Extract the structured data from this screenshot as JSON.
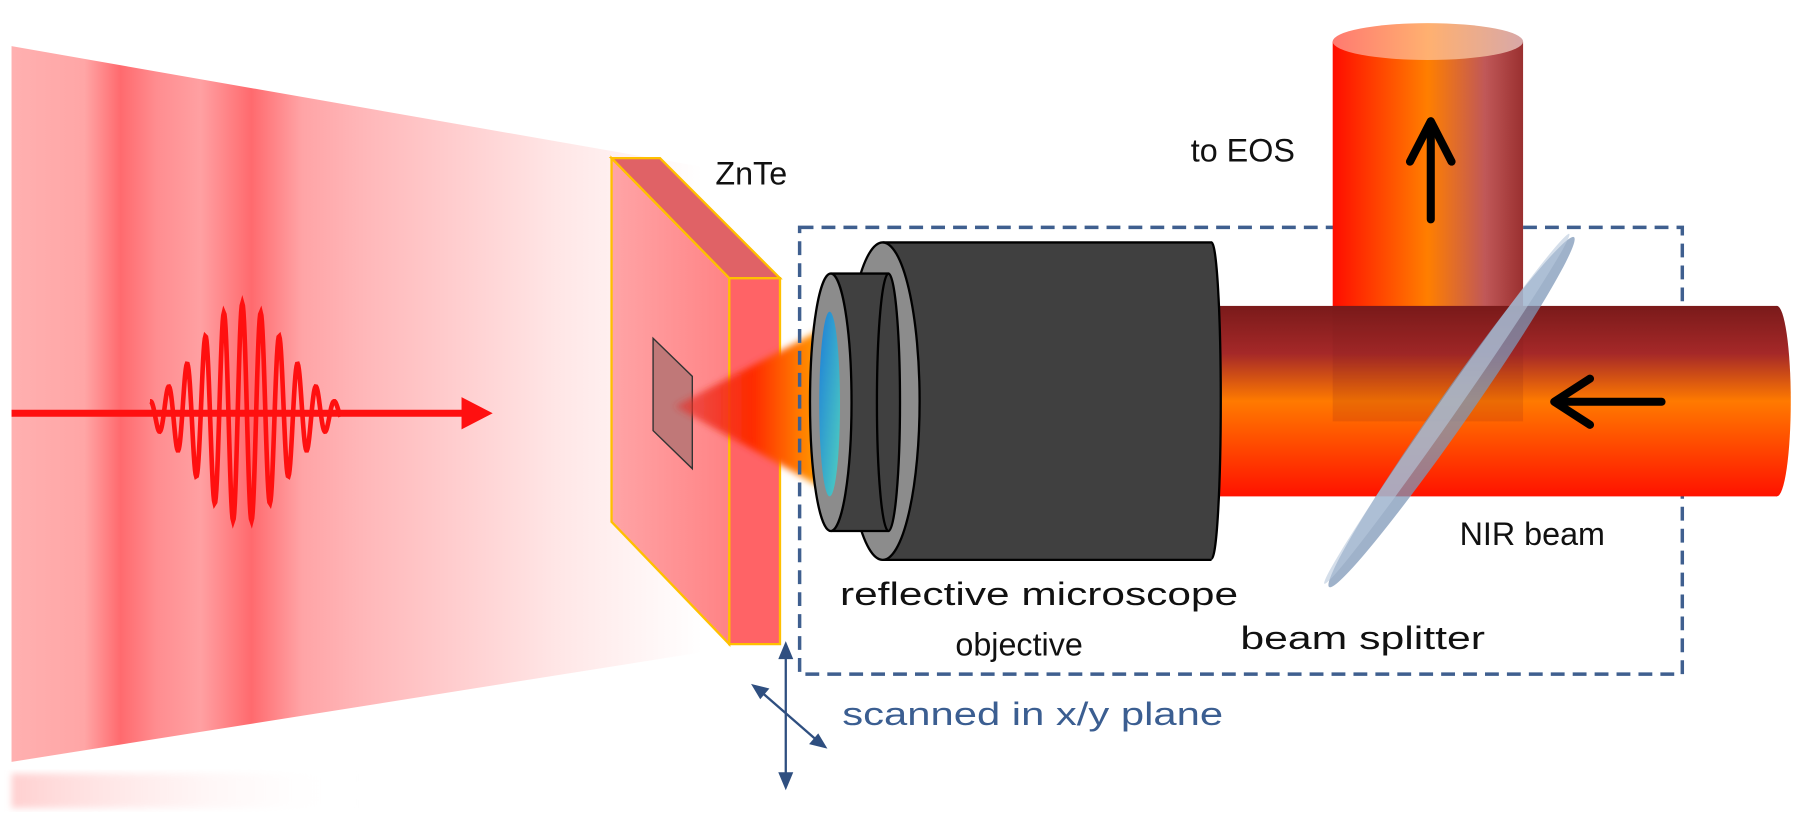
{
  "labels": {
    "crystal": "ZnTe",
    "to_eos": "to EOS",
    "objective_line1": "reflective microscope",
    "objective_line2": "objective",
    "beam_splitter": "beam splitter",
    "nir_beam": "NIR beam",
    "scan": "scanned in x/y plane"
  },
  "colors": {
    "thz_beam": "#ff5a5f",
    "crystal": "#ff6366",
    "crystal_edge": "#ffc000",
    "objective_body": "#404040",
    "objective_ring": "#8c8c8c",
    "nir_dark": "#7a1a1a",
    "nir_orange": "#ff7a00",
    "nir_red": "#ff1500",
    "splitter": "#7f98b8",
    "dashed_box": "#3f5f8f",
    "scan_text": "#3b5e91"
  }
}
